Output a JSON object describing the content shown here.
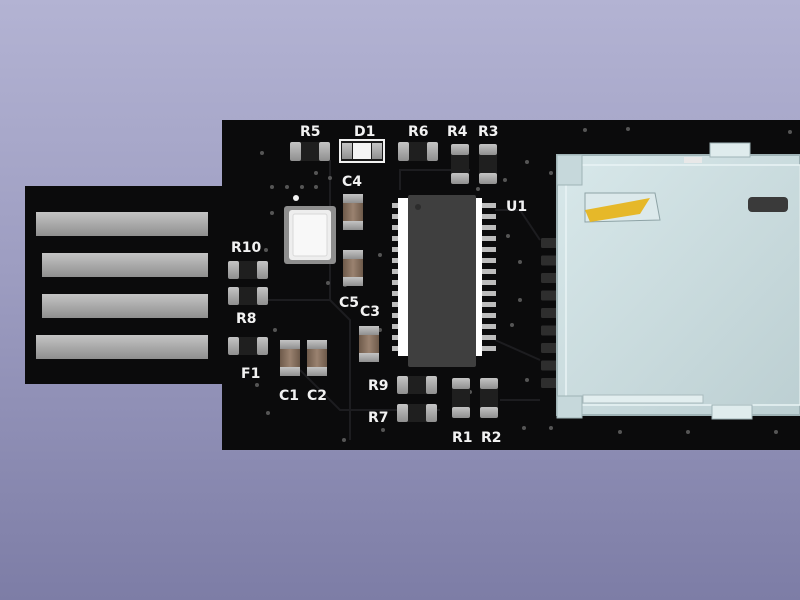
{
  "colors": {
    "background_top": "#b3b3d3",
    "background_bottom": "#7d7da6",
    "pcb": "#0b0b0c",
    "pad_metal": "#a9a9a9",
    "silkscreen": "#f2f2f2",
    "sd_socket": "#cfe0e2",
    "gold": "#e6b829"
  },
  "labels": {
    "r5": "R5",
    "d1": "D1",
    "r6": "R6",
    "r4": "R4",
    "r3": "R3",
    "c4": "C4",
    "u1": "U1",
    "r10": "R10",
    "c5": "C5",
    "c3": "C3",
    "r8": "R8",
    "f1": "F1",
    "c1": "C1",
    "c2": "C2",
    "r9": "R9",
    "r7": "R7",
    "r1": "R1",
    "r2": "R2"
  }
}
